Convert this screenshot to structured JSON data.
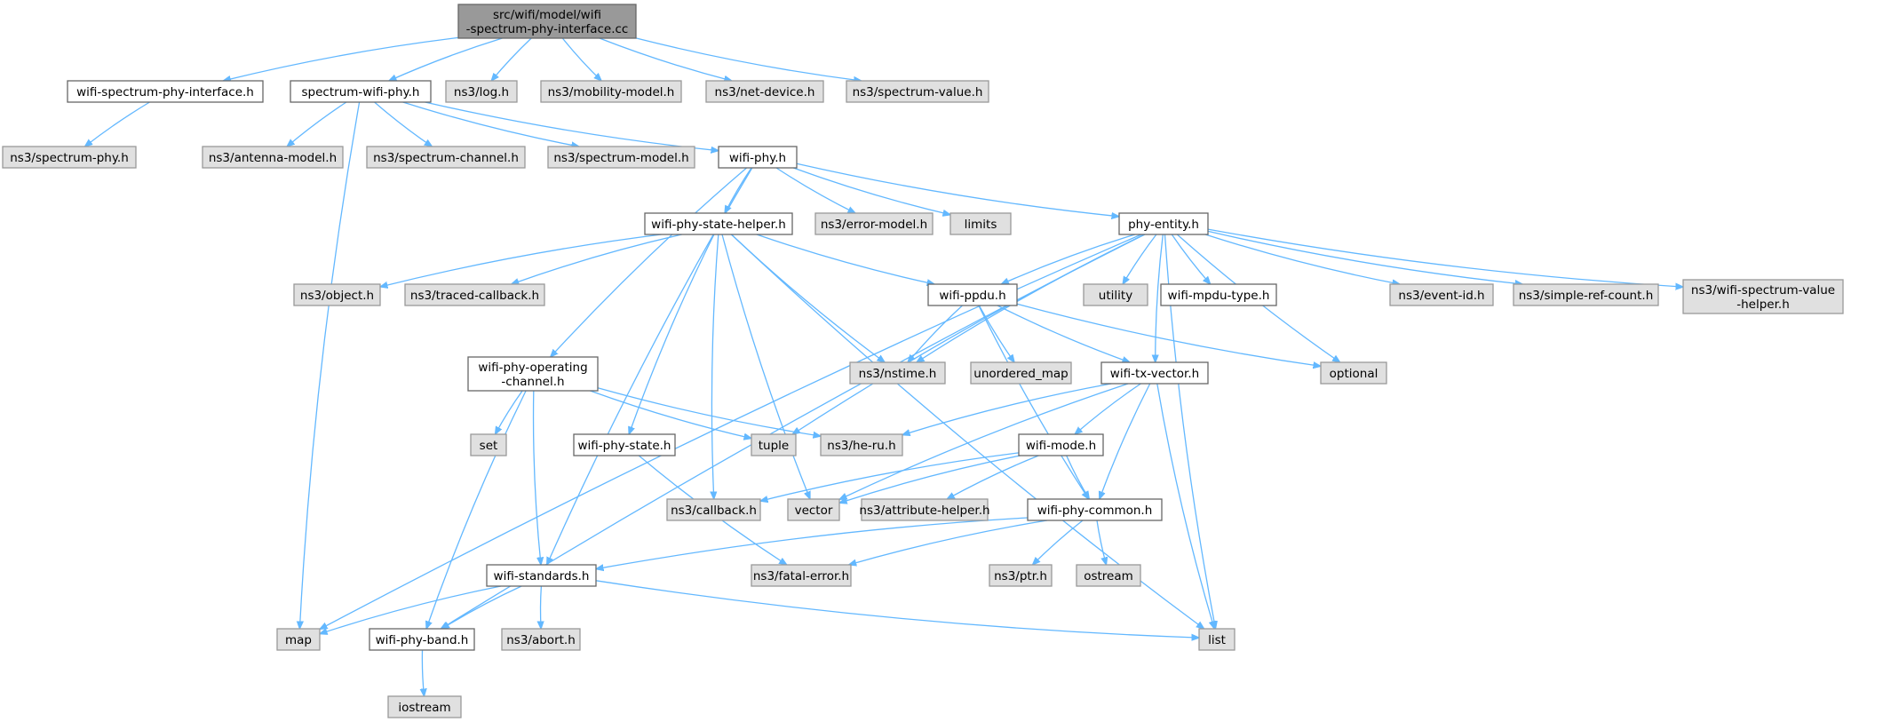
{
  "colors": {
    "root_fill": "#999999",
    "root_stroke": "#666666",
    "file_fill": "#ffffff",
    "file_stroke": "#666666",
    "external_fill": "#e0e0e0",
    "external_stroke": "#999999",
    "edge": "#63b8ff"
  },
  "nodes": [
    {
      "id": "root",
      "lines": [
        "src/wifi/model/wifi",
        "-spectrum-phy-interface.cc"
      ],
      "kind": "root"
    },
    {
      "id": "wspi",
      "lines": [
        "wifi-spectrum-phy-interface.h"
      ],
      "kind": "file"
    },
    {
      "id": "swp",
      "lines": [
        "spectrum-wifi-phy.h"
      ],
      "kind": "file"
    },
    {
      "id": "log",
      "lines": [
        "ns3/log.h"
      ],
      "kind": "external"
    },
    {
      "id": "mobility",
      "lines": [
        "ns3/mobility-model.h"
      ],
      "kind": "external"
    },
    {
      "id": "netdev",
      "lines": [
        "ns3/net-device.h"
      ],
      "kind": "external"
    },
    {
      "id": "specval",
      "lines": [
        "ns3/spectrum-value.h"
      ],
      "kind": "external"
    },
    {
      "id": "specphy",
      "lines": [
        "ns3/spectrum-phy.h"
      ],
      "kind": "external"
    },
    {
      "id": "antenna",
      "lines": [
        "ns3/antenna-model.h"
      ],
      "kind": "external"
    },
    {
      "id": "specchan",
      "lines": [
        "ns3/spectrum-channel.h"
      ],
      "kind": "external"
    },
    {
      "id": "specmodel",
      "lines": [
        "ns3/spectrum-model.h"
      ],
      "kind": "external"
    },
    {
      "id": "wphy",
      "lines": [
        "wifi-phy.h"
      ],
      "kind": "file"
    },
    {
      "id": "wpsh",
      "lines": [
        "wifi-phy-state-helper.h"
      ],
      "kind": "file"
    },
    {
      "id": "errmodel",
      "lines": [
        "ns3/error-model.h"
      ],
      "kind": "external"
    },
    {
      "id": "limits",
      "lines": [
        "limits"
      ],
      "kind": "external"
    },
    {
      "id": "phyent",
      "lines": [
        "phy-entity.h"
      ],
      "kind": "file"
    },
    {
      "id": "object",
      "lines": [
        "ns3/object.h"
      ],
      "kind": "external"
    },
    {
      "id": "tracedcb",
      "lines": [
        "ns3/traced-callback.h"
      ],
      "kind": "external"
    },
    {
      "id": "ppdu",
      "lines": [
        "wifi-ppdu.h"
      ],
      "kind": "file"
    },
    {
      "id": "utility",
      "lines": [
        "utility"
      ],
      "kind": "external"
    },
    {
      "id": "mpdutype",
      "lines": [
        "wifi-mpdu-type.h"
      ],
      "kind": "file"
    },
    {
      "id": "eventid",
      "lines": [
        "ns3/event-id.h"
      ],
      "kind": "external"
    },
    {
      "id": "simpleref",
      "lines": [
        "ns3/simple-ref-count.h"
      ],
      "kind": "external"
    },
    {
      "id": "wsvh",
      "lines": [
        "ns3/wifi-spectrum-value",
        "-helper.h"
      ],
      "kind": "external"
    },
    {
      "id": "opchan",
      "lines": [
        "wifi-phy-operating",
        "-channel.h"
      ],
      "kind": "file"
    },
    {
      "id": "nstime",
      "lines": [
        "ns3/nstime.h"
      ],
      "kind": "external"
    },
    {
      "id": "unordmap",
      "lines": [
        "unordered_map"
      ],
      "kind": "external"
    },
    {
      "id": "txvec",
      "lines": [
        "wifi-tx-vector.h"
      ],
      "kind": "file"
    },
    {
      "id": "optional",
      "lines": [
        "optional"
      ],
      "kind": "external"
    },
    {
      "id": "set",
      "lines": [
        "set"
      ],
      "kind": "external"
    },
    {
      "id": "wpstate",
      "lines": [
        "wifi-phy-state.h"
      ],
      "kind": "file"
    },
    {
      "id": "tuple",
      "lines": [
        "tuple"
      ],
      "kind": "external"
    },
    {
      "id": "heru",
      "lines": [
        "ns3/he-ru.h"
      ],
      "kind": "external"
    },
    {
      "id": "wmode",
      "lines": [
        "wifi-mode.h"
      ],
      "kind": "file"
    },
    {
      "id": "callback",
      "lines": [
        "ns3/callback.h"
      ],
      "kind": "external"
    },
    {
      "id": "vector",
      "lines": [
        "vector"
      ],
      "kind": "external"
    },
    {
      "id": "attrhelper",
      "lines": [
        "ns3/attribute-helper.h"
      ],
      "kind": "external"
    },
    {
      "id": "wpcommon",
      "lines": [
        "wifi-phy-common.h"
      ],
      "kind": "file"
    },
    {
      "id": "wstd",
      "lines": [
        "wifi-standards.h"
      ],
      "kind": "file"
    },
    {
      "id": "fatal",
      "lines": [
        "ns3/fatal-error.h"
      ],
      "kind": "external"
    },
    {
      "id": "ptr",
      "lines": [
        "ns3/ptr.h"
      ],
      "kind": "external"
    },
    {
      "id": "ostream",
      "lines": [
        "ostream"
      ],
      "kind": "external"
    },
    {
      "id": "map",
      "lines": [
        "map"
      ],
      "kind": "external"
    },
    {
      "id": "wpband",
      "lines": [
        "wifi-phy-band.h"
      ],
      "kind": "file"
    },
    {
      "id": "abort",
      "lines": [
        "ns3/abort.h"
      ],
      "kind": "external"
    },
    {
      "id": "list",
      "lines": [
        "list"
      ],
      "kind": "external"
    },
    {
      "id": "iostream",
      "lines": [
        "iostream"
      ],
      "kind": "external"
    }
  ],
  "edges": [
    [
      "root",
      "wspi"
    ],
    [
      "root",
      "swp"
    ],
    [
      "root",
      "log"
    ],
    [
      "root",
      "mobility"
    ],
    [
      "root",
      "netdev"
    ],
    [
      "root",
      "specval"
    ],
    [
      "wspi",
      "specphy"
    ],
    [
      "swp",
      "antenna"
    ],
    [
      "swp",
      "specchan"
    ],
    [
      "swp",
      "specmodel"
    ],
    [
      "swp",
      "wphy"
    ],
    [
      "swp",
      "map"
    ],
    [
      "wphy",
      "wpsh"
    ],
    [
      "wphy",
      "errmodel"
    ],
    [
      "wphy",
      "limits"
    ],
    [
      "wphy",
      "phyent"
    ],
    [
      "wphy",
      "opchan"
    ],
    [
      "wphy",
      "wstd"
    ],
    [
      "wpsh",
      "object"
    ],
    [
      "wpsh",
      "tracedcb"
    ],
    [
      "wpsh",
      "ppdu"
    ],
    [
      "wpsh",
      "wpstate"
    ],
    [
      "wpsh",
      "nstime"
    ],
    [
      "wpsh",
      "callback"
    ],
    [
      "wpsh",
      "vector"
    ],
    [
      "wpsh",
      "list"
    ],
    [
      "phyent",
      "ppdu"
    ],
    [
      "phyent",
      "utility"
    ],
    [
      "phyent",
      "mpdutype"
    ],
    [
      "phyent",
      "eventid"
    ],
    [
      "phyent",
      "simpleref"
    ],
    [
      "phyent",
      "wsvh"
    ],
    [
      "phyent",
      "optional"
    ],
    [
      "phyent",
      "txvec"
    ],
    [
      "phyent",
      "nstime"
    ],
    [
      "phyent",
      "tuple"
    ],
    [
      "phyent",
      "map"
    ],
    [
      "phyent",
      "wpband"
    ],
    [
      "phyent",
      "list"
    ],
    [
      "ppdu",
      "nstime"
    ],
    [
      "ppdu",
      "unordmap"
    ],
    [
      "ppdu",
      "txvec"
    ],
    [
      "ppdu",
      "wpcommon"
    ],
    [
      "ppdu",
      "optional"
    ],
    [
      "opchan",
      "set"
    ],
    [
      "opchan",
      "tuple"
    ],
    [
      "opchan",
      "heru"
    ],
    [
      "opchan",
      "wstd"
    ],
    [
      "opchan",
      "wpband"
    ],
    [
      "wpstate",
      "fatal"
    ],
    [
      "txvec",
      "heru"
    ],
    [
      "txvec",
      "wmode"
    ],
    [
      "txvec",
      "wpcommon"
    ],
    [
      "txvec",
      "vector"
    ],
    [
      "txvec",
      "list"
    ],
    [
      "wmode",
      "callback"
    ],
    [
      "wmode",
      "vector"
    ],
    [
      "wmode",
      "attrhelper"
    ],
    [
      "wmode",
      "wpcommon"
    ],
    [
      "wpcommon",
      "wstd"
    ],
    [
      "wpcommon",
      "fatal"
    ],
    [
      "wpcommon",
      "ptr"
    ],
    [
      "wpcommon",
      "ostream"
    ],
    [
      "wstd",
      "map"
    ],
    [
      "wstd",
      "wpband"
    ],
    [
      "wstd",
      "abort"
    ],
    [
      "wstd",
      "list"
    ],
    [
      "wpband",
      "iostream"
    ]
  ]
}
